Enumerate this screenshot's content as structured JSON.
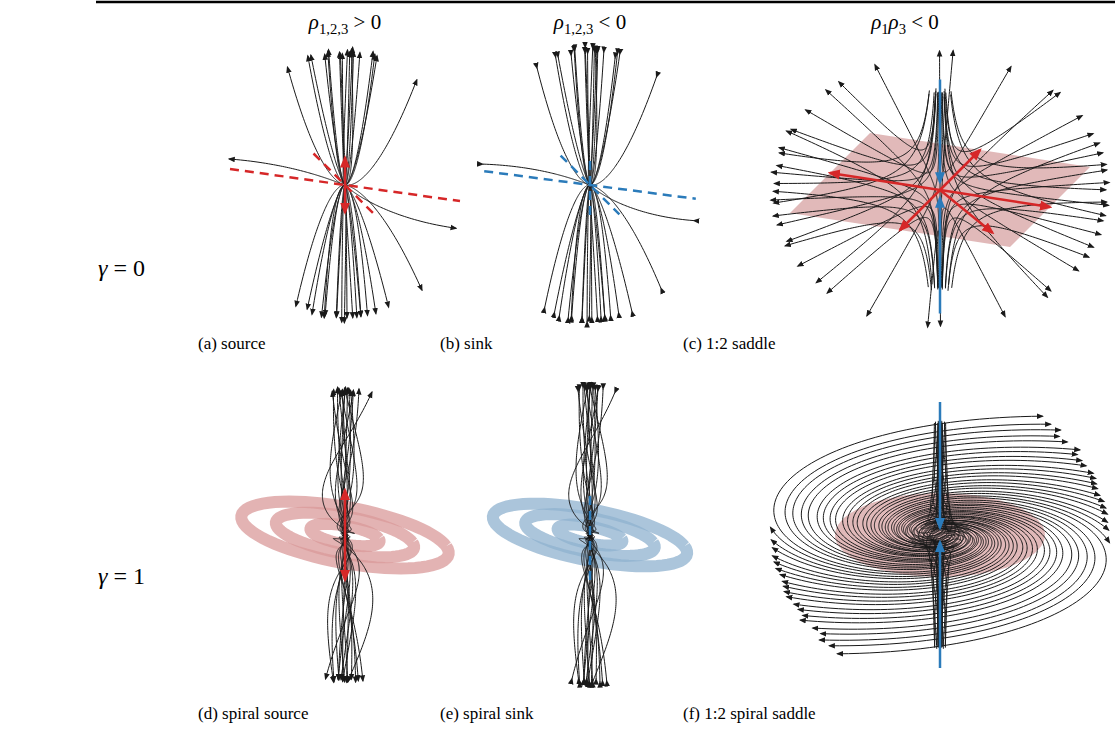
{
  "diagram": {
    "labels": [
      "ρ1,2,3 > 0",
      "ρ1,2,3 < 0",
      "ρ1ρ3 < 0",
      "γ = 0",
      "γ = 1",
      "(a) source",
      "(b) sink",
      "(c) 1:2 saddle",
      "(d) spiral source",
      "(e) spiral sink",
      "(f) 1:2 spiral saddle"
    ]
  }
}
